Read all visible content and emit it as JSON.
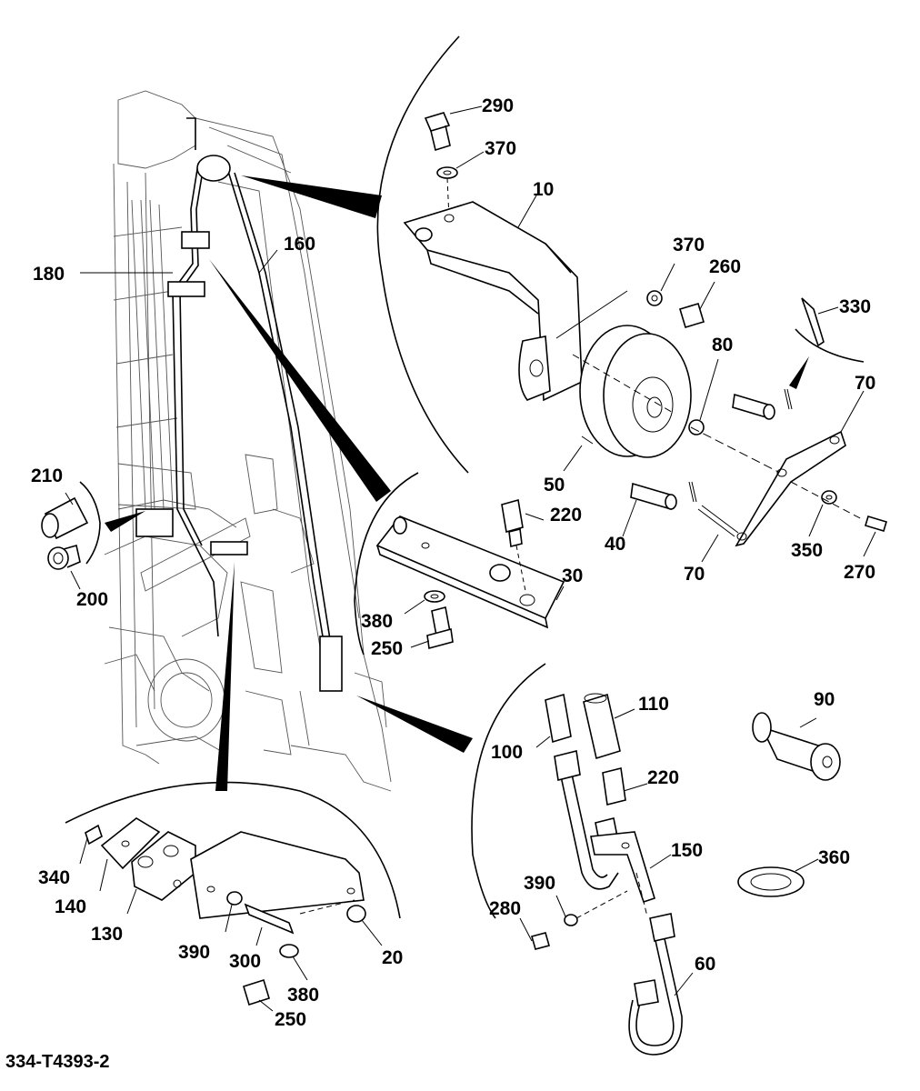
{
  "drawing_id": "334-T4393-2",
  "labels": {
    "l290": "290",
    "l370a": "370",
    "l10": "10",
    "l370b": "370",
    "l260": "260",
    "l330": "330",
    "l80": "80",
    "l70a": "70",
    "l50": "50",
    "l40": "40",
    "l70b": "70",
    "l350": "350",
    "l270": "270",
    "l160": "160",
    "l180": "180",
    "l210": "210",
    "l200": "200",
    "l220a": "220",
    "l30": "30",
    "l380a": "380",
    "l250a": "250",
    "l110": "110",
    "l100": "100",
    "l90": "90",
    "l220b": "220",
    "l150": "150",
    "l360": "360",
    "l390a": "390",
    "l280": "280",
    "l60": "60",
    "l340": "340",
    "l140": "140",
    "l130": "130",
    "l390b": "390",
    "l300": "300",
    "l20": "20",
    "l380b": "380",
    "l250b": "250"
  }
}
